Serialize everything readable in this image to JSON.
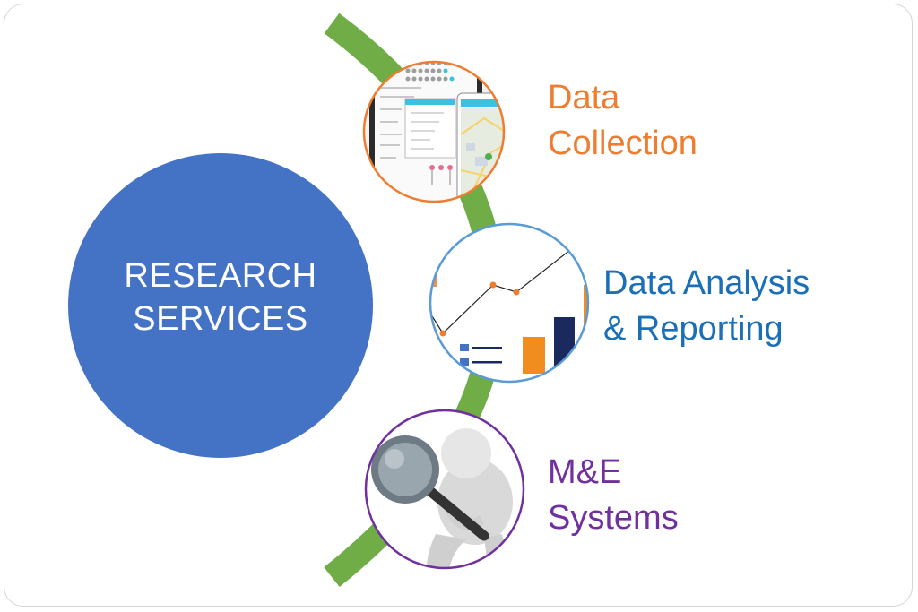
{
  "center": {
    "line1": "RESEARCH",
    "line2": "SERVICES"
  },
  "services": [
    {
      "line1": "Data",
      "line2": "Collection",
      "color": "#ed7d31",
      "icon": "data-collection-screens-icon"
    },
    {
      "line1": "Data Analysis",
      "line2": "& Reporting",
      "color": "#1b6fb8",
      "icon": "analysis-chart-icon"
    },
    {
      "line1": "M&E",
      "line2": "Systems",
      "color": "#7030a0",
      "icon": "magnifying-glass-figure-icon"
    }
  ],
  "colors": {
    "arc": "#70ad47",
    "center_circle": "#4472c4"
  }
}
